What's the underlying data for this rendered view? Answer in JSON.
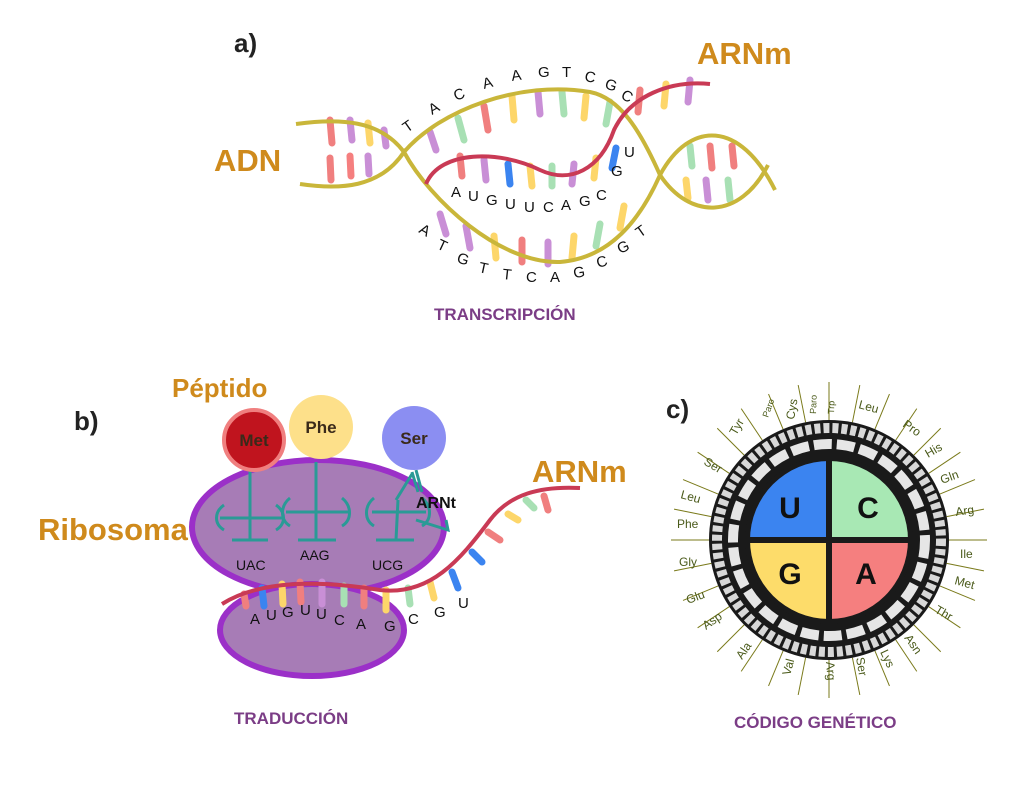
{
  "panels": {
    "a": {
      "label": "a)",
      "dna_label": "ADN",
      "mrna_label": "ARNm",
      "caption": "TRANSCRIPCIÓN",
      "top_strand": [
        "T",
        "A",
        "C",
        "A",
        "A",
        "G",
        "T",
        "C",
        "G",
        "C"
      ],
      "mrna_strand": [
        "A",
        "U",
        "G",
        "U",
        "U",
        "C",
        "A",
        "G",
        "C",
        "G",
        "U"
      ],
      "bottom_strand": [
        "A",
        "T",
        "G",
        "T",
        "T",
        "C",
        "A",
        "G",
        "C",
        "G",
        "T"
      ]
    },
    "b": {
      "label": "b)",
      "peptide_label": "Péptido",
      "ribosome_label": "Ribosoma",
      "mrna_label": "ARNm",
      "trna_label": "ARNt",
      "caption": "TRADUCCIÓN",
      "amino_acids": [
        "Met",
        "Phe",
        "Ser"
      ],
      "anticodons": [
        "UAC",
        "AAG",
        "UCG"
      ],
      "mrna_bases": [
        "A",
        "U",
        "G",
        "U",
        "U",
        "C",
        "A",
        "G",
        "C",
        "G",
        "U"
      ]
    },
    "c": {
      "label": "c)",
      "caption": "CÓDIGO GENÉTICO",
      "quadrants": [
        "U",
        "C",
        "G",
        "A"
      ],
      "amino_acid_ring": [
        "Leu",
        "Pro",
        "His",
        "Gln",
        "Arg",
        "Ile",
        "Met",
        "Thr",
        "Asn",
        "Lys",
        "Ser",
        "Arg",
        "Val",
        "Ala",
        "Asp",
        "Glu",
        "Gly",
        "Phe",
        "Leu",
        "Ser",
        "Tyr",
        "Paro",
        "Cys",
        "Paro",
        "Trp"
      ]
    }
  },
  "colors": {
    "orange": "#cf8a1c",
    "purple": "#7b3d86",
    "dna_strand": "#c9b63a",
    "mrna_strand": "#c93a55",
    "ribosome_fill": "#a77cb6",
    "ribosome_edge": "#9b30c8",
    "met": "#c0141e",
    "phe": "#fde08a",
    "ser": "#8b8ef2",
    "quad_U": "#3b84f0",
    "quad_C": "#a8e8b4",
    "quad_G": "#fddc6a",
    "quad_A": "#f57f7f"
  }
}
